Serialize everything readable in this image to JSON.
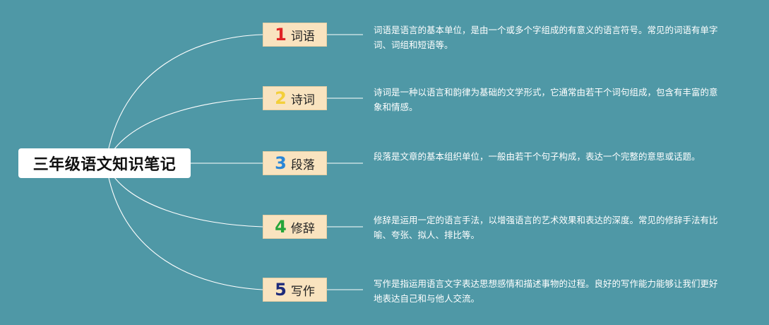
{
  "root": {
    "title": "三年级语文知识笔记"
  },
  "branches": [
    {
      "number": "1",
      "number_color": "#e02424",
      "label": "词语",
      "description": "词语是语言的基本单位，是由一个或多个字组成的有意义的语言符号。常见的词语有单字词、词组和短语等。"
    },
    {
      "number": "2",
      "number_color": "#f3cf3a",
      "label": "诗词",
      "description": "诗词是一种以语言和韵律为基础的文学形式，它通常由若干个词句组成，包含有丰富的意象和情感。"
    },
    {
      "number": "3",
      "number_color": "#2a86d6",
      "label": "段落",
      "description": "段落是文章的基本组织单位，一般由若干个句子构成，表达一个完整的意思或话题。"
    },
    {
      "number": "4",
      "number_color": "#25a53a",
      "label": "修辞",
      "description": "修辞是运用一定的语言手法，以增强语言的艺术效果和表达的深度。常见的修辞手法有比喻、夸张、拟人、排比等。"
    },
    {
      "number": "5",
      "number_color": "#1e2a7a",
      "label": "写作",
      "description": "写作是指运用语言文字表达思想感情和描述事物的过程。良好的写作能力能够让我们更好地表达自己和与他人交流。"
    }
  ],
  "colors": {
    "background": "#4f98a6",
    "node_fill": "#f9e3bf",
    "connector": "#ffffff"
  }
}
